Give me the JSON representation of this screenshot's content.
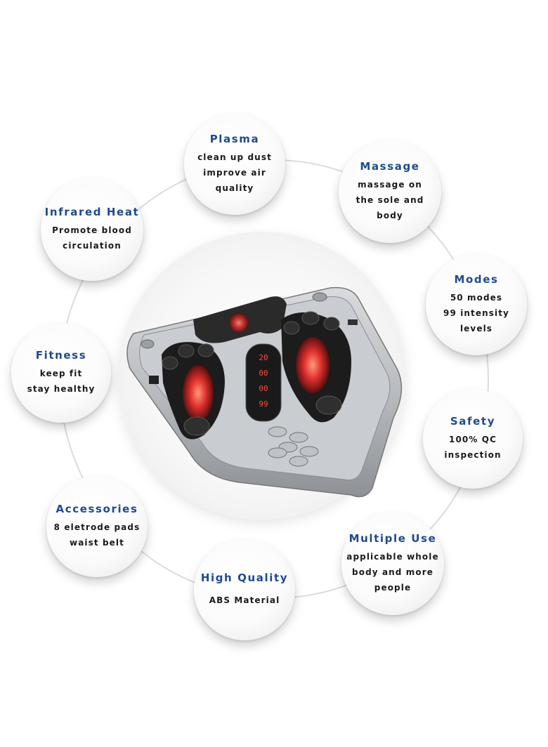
{
  "features": [
    {
      "id": "plasma",
      "title": "Plasma",
      "lines": [
        "clean up dust",
        "improve air",
        "quality"
      ]
    },
    {
      "id": "massage",
      "title": "Massage",
      "lines": [
        "massage  on",
        "the sole and",
        "body"
      ]
    },
    {
      "id": "modes",
      "title": "Modes",
      "lines": [
        "50 modes",
        "99 intensity",
        "levels"
      ]
    },
    {
      "id": "safety",
      "title": "Safety",
      "lines": [
        "100% QC",
        "inspection"
      ]
    },
    {
      "id": "multiple-use",
      "title": "Multiple Use",
      "lines": [
        "applicable whole",
        "body and more",
        "people"
      ]
    },
    {
      "id": "high-quality",
      "title": "High Quality",
      "lines": [
        "ABS Material"
      ]
    },
    {
      "id": "accessories",
      "title": "Accessories",
      "lines": [
        "8 eletrode pads",
        "waist belt"
      ]
    },
    {
      "id": "fitness",
      "title": "Fitness",
      "lines": [
        "keep fit",
        "stay healthy"
      ]
    },
    {
      "id": "infrared-heat",
      "title": "Infrared Heat",
      "lines": [
        "Promote blood",
        "circulation"
      ]
    }
  ],
  "display": {
    "readouts": [
      "20",
      "00",
      "00",
      "99"
    ]
  },
  "colors": {
    "title_blue": "#1f4a8c",
    "text_dark": "#1a1a1a",
    "device_silver": "#b9bcc0",
    "glow_red": "#e0312e"
  }
}
